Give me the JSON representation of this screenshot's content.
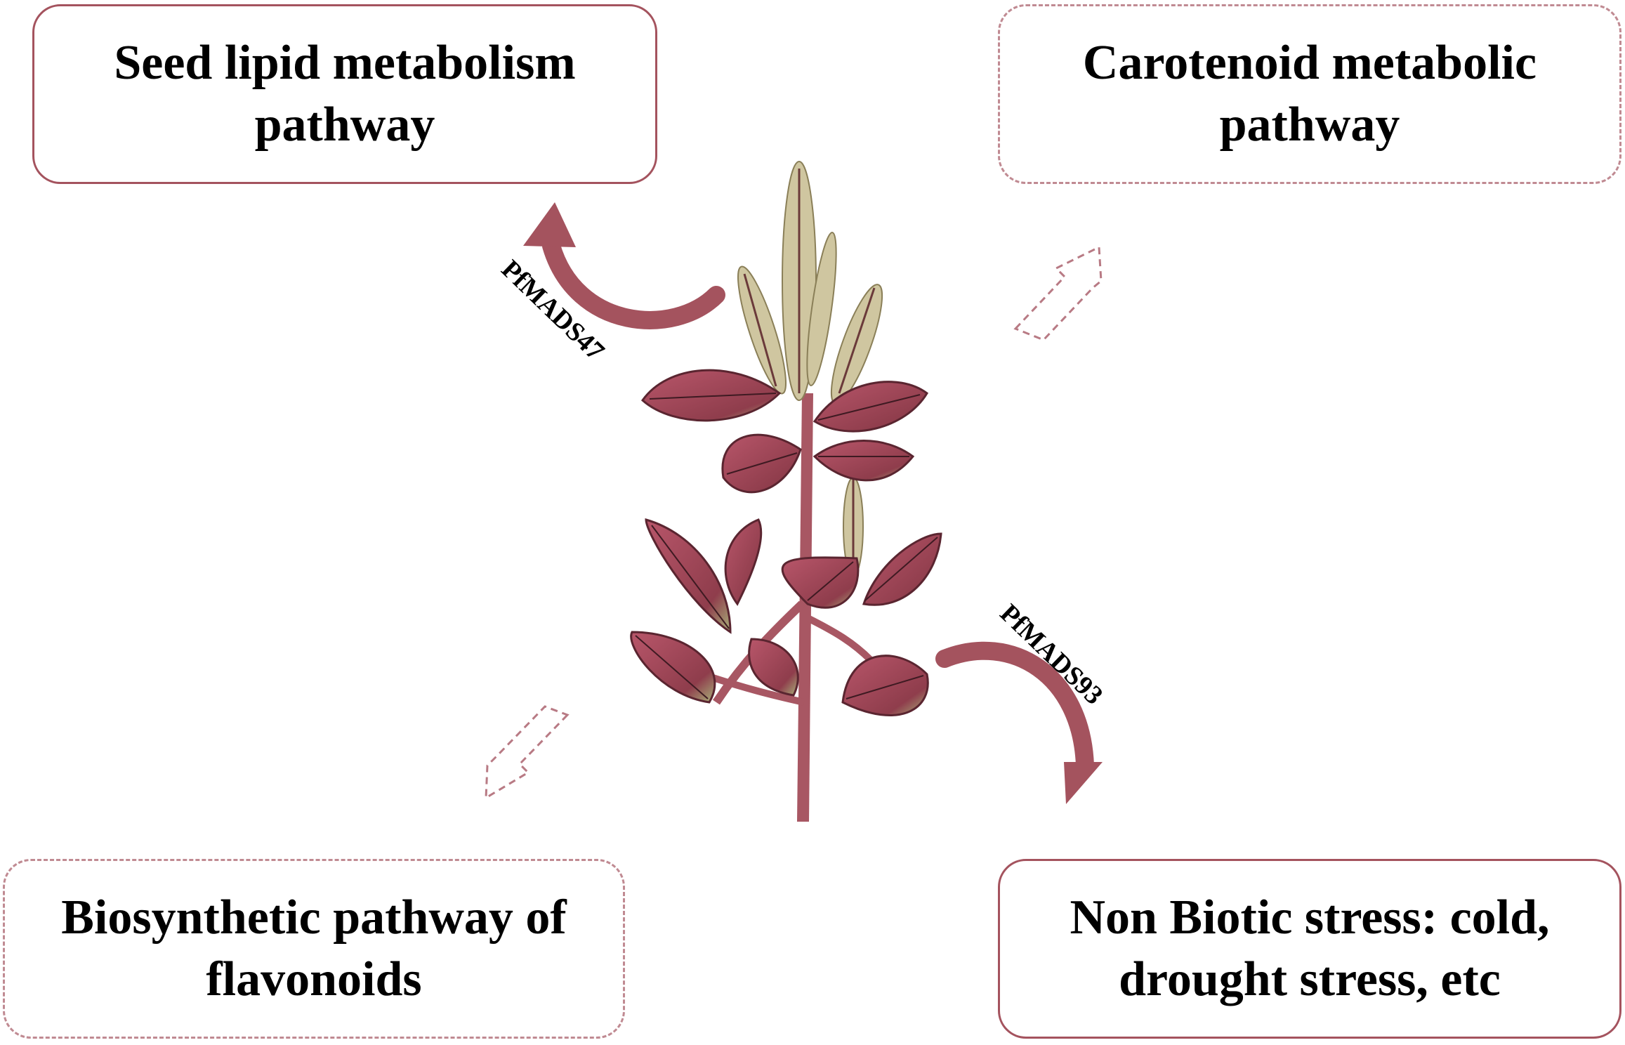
{
  "boxes": {
    "top_left": {
      "line1": "Seed lipid metabolism",
      "line2": "pathway",
      "style": "solid"
    },
    "top_right": {
      "line1": "Carotenoid metabolic",
      "line2": "pathway",
      "style": "dashed"
    },
    "bottom_left": {
      "line1": "Biosynthetic pathway of",
      "line2": "flavonoids",
      "style": "dashed"
    },
    "bottom_right": {
      "line1": "Non Biotic stress: cold,",
      "line2": "drought stress, etc",
      "style": "solid"
    }
  },
  "genes": {
    "upper": "PfMADS47",
    "lower": "PfMADS93"
  },
  "colors": {
    "accent": "#a4535e",
    "dashed_border": "#c08a92",
    "leaf": "#9c4a56",
    "leaf_edge": "#b8c98a",
    "stem": "#a85763",
    "flower": "#b8b08a"
  }
}
